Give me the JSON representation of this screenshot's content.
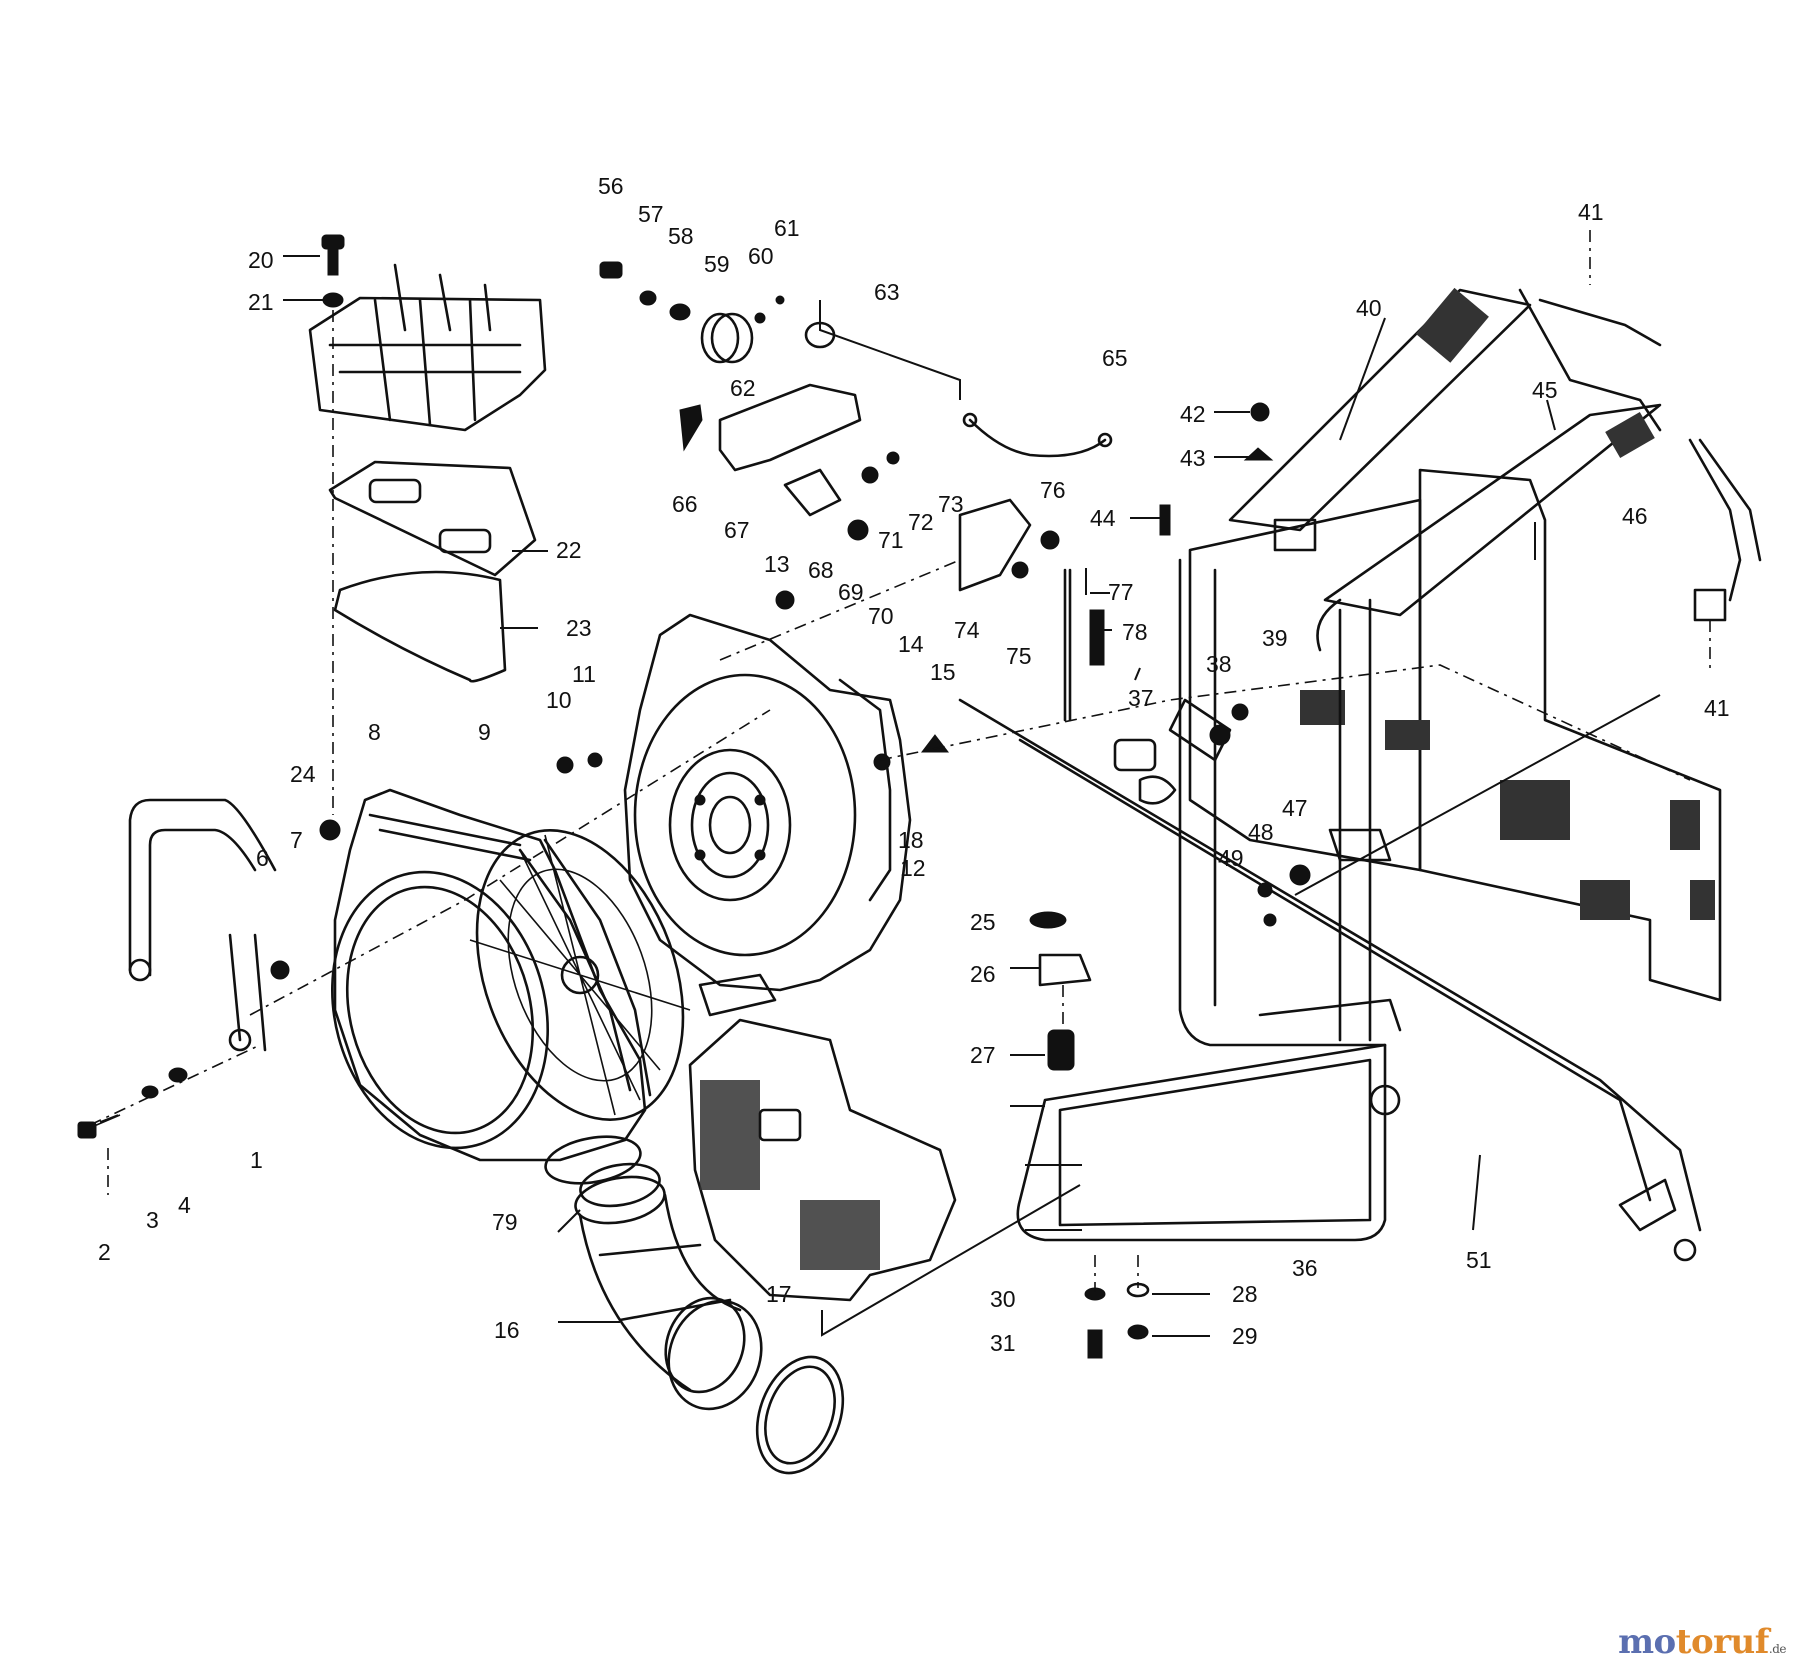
{
  "diagram": {
    "labels": [
      {
        "id": "1",
        "text": "1"
      },
      {
        "id": "2",
        "text": "2"
      },
      {
        "id": "3",
        "text": "3"
      },
      {
        "id": "4",
        "text": "4"
      },
      {
        "id": "6",
        "text": "6"
      },
      {
        "id": "7",
        "text": "7"
      },
      {
        "id": "8",
        "text": "8"
      },
      {
        "id": "9",
        "text": "9"
      },
      {
        "id": "10",
        "text": "10"
      },
      {
        "id": "11",
        "text": "11"
      },
      {
        "id": "12",
        "text": "12"
      },
      {
        "id": "13",
        "text": "13"
      },
      {
        "id": "14",
        "text": "14"
      },
      {
        "id": "15",
        "text": "15"
      },
      {
        "id": "16",
        "text": "16"
      },
      {
        "id": "17",
        "text": "17"
      },
      {
        "id": "18",
        "text": "18"
      },
      {
        "id": "20",
        "text": "20"
      },
      {
        "id": "21",
        "text": "21"
      },
      {
        "id": "22",
        "text": "22"
      },
      {
        "id": "23",
        "text": "23"
      },
      {
        "id": "24",
        "text": "24"
      },
      {
        "id": "25",
        "text": "25"
      },
      {
        "id": "26",
        "text": "26"
      },
      {
        "id": "27",
        "text": "27"
      },
      {
        "id": "28",
        "text": "28"
      },
      {
        "id": "29",
        "text": "29"
      },
      {
        "id": "30",
        "text": "30"
      },
      {
        "id": "31",
        "text": "31"
      },
      {
        "id": "36",
        "text": "36"
      },
      {
        "id": "37",
        "text": "37"
      },
      {
        "id": "38",
        "text": "38"
      },
      {
        "id": "39",
        "text": "39"
      },
      {
        "id": "40",
        "text": "40"
      },
      {
        "id": "41a",
        "text": "41"
      },
      {
        "id": "41b",
        "text": "41"
      },
      {
        "id": "42",
        "text": "42"
      },
      {
        "id": "43",
        "text": "43"
      },
      {
        "id": "44",
        "text": "44"
      },
      {
        "id": "45",
        "text": "45"
      },
      {
        "id": "46",
        "text": "46"
      },
      {
        "id": "47",
        "text": "47"
      },
      {
        "id": "48",
        "text": "48"
      },
      {
        "id": "49",
        "text": "49"
      },
      {
        "id": "51",
        "text": "51"
      },
      {
        "id": "56",
        "text": "56"
      },
      {
        "id": "57",
        "text": "57"
      },
      {
        "id": "58",
        "text": "58"
      },
      {
        "id": "59",
        "text": "59"
      },
      {
        "id": "60",
        "text": "60"
      },
      {
        "id": "61",
        "text": "61"
      },
      {
        "id": "62",
        "text": "62"
      },
      {
        "id": "63",
        "text": "63"
      },
      {
        "id": "65",
        "text": "65"
      },
      {
        "id": "66",
        "text": "66"
      },
      {
        "id": "67",
        "text": "67"
      },
      {
        "id": "68",
        "text": "68"
      },
      {
        "id": "69",
        "text": "69"
      },
      {
        "id": "70",
        "text": "70"
      },
      {
        "id": "71",
        "text": "71"
      },
      {
        "id": "72",
        "text": "72"
      },
      {
        "id": "73",
        "text": "73"
      },
      {
        "id": "74",
        "text": "74"
      },
      {
        "id": "75",
        "text": "75"
      },
      {
        "id": "76",
        "text": "76"
      },
      {
        "id": "77",
        "text": "77"
      },
      {
        "id": "78",
        "text": "78"
      },
      {
        "id": "79",
        "text": "79"
      }
    ]
  },
  "watermark": {
    "brand_part1": "mo",
    "brand_part2": "toruf",
    "tld": ".de"
  }
}
